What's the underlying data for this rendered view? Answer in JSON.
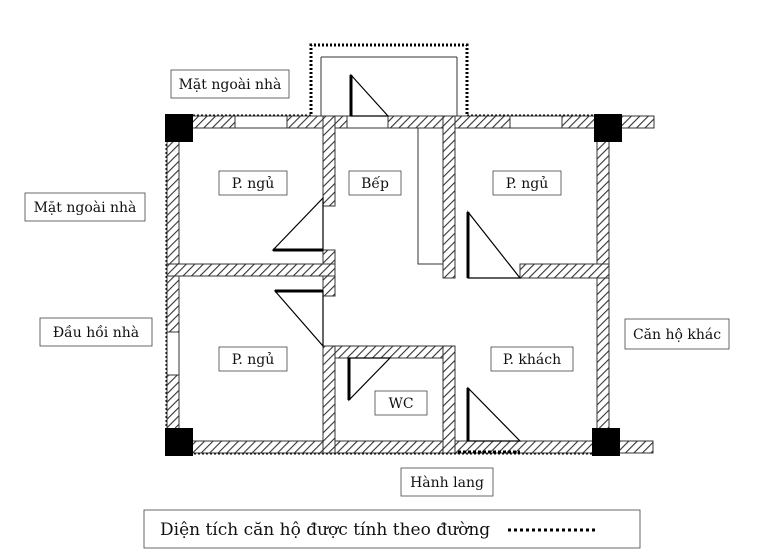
{
  "labels": {
    "mat_ngoai_nha_top": "Mặt ngoài nhà",
    "mat_ngoai_nha_left": "Mặt ngoài nhà",
    "dau_hoi_nha": "Đầu hồi nhà",
    "can_ho_khac": "Căn hộ khác",
    "hanh_lang": "Hành lang"
  },
  "rooms": {
    "bedroom_top_left": "P. ngủ",
    "kitchen": "Bếp",
    "bedroom_top_right": "P. ngủ",
    "bedroom_bottom_left": "P. ngủ",
    "wc": "WC",
    "living_room": "P. khách"
  },
  "legend": {
    "text": "Diện tích căn hộ được tính theo đường"
  },
  "colors": {
    "wall_hatch": "#8a8a8a",
    "column": "#000000",
    "dotted_line": "#000000"
  }
}
